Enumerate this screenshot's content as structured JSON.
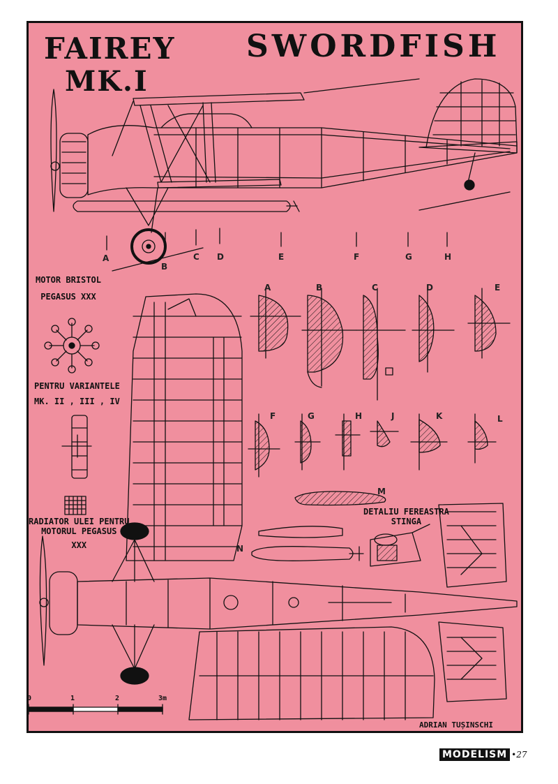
{
  "title": {
    "line1": "FAIREY",
    "line2": "SWORDFISH",
    "line3": "MK.I"
  },
  "engine_label": {
    "line1": "MOTOR BRISTOL",
    "line2": "PEGASUS XXX"
  },
  "variants_label": {
    "line1": "PENTRU VARIANTELE",
    "line2": "MK. II , III , IV"
  },
  "radiator_label": {
    "line1": "RADIATOR ULEI PENTRU",
    "line2": "MOTORUL PEGASUS",
    "line3": "XXX"
  },
  "window_label": {
    "line1": "DETALIU FEREASTRA",
    "line2": "STINGA"
  },
  "fuselage_stations": [
    "A",
    "B",
    "C",
    "D",
    "E",
    "F",
    "G",
    "H"
  ],
  "sections_row1": [
    "A",
    "B",
    "C",
    "D",
    "E"
  ],
  "sections_row2": [
    "F",
    "G",
    "H",
    "J",
    "K",
    "L"
  ],
  "label_m": "M",
  "label_n": "N",
  "scale": {
    "ticks": [
      "0",
      "1",
      "2",
      "3m"
    ]
  },
  "author": "ADRIAN TUȘINSCHI",
  "footer": {
    "brand": "MODELISM",
    "page": "•27"
  },
  "colors": {
    "paper": "#f08f9e",
    "ink": "#111111"
  }
}
